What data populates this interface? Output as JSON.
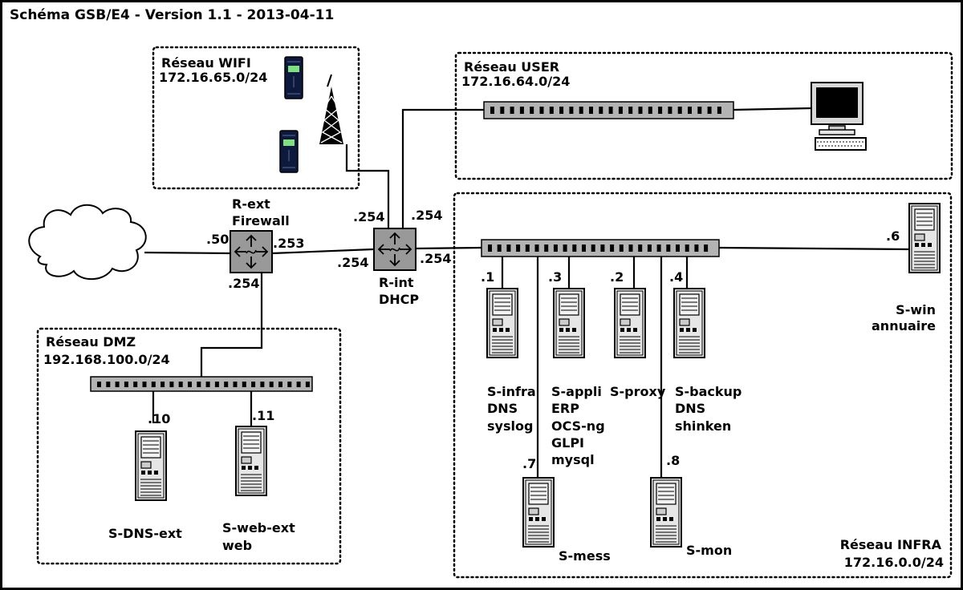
{
  "title": "Schéma GSB/E4 - Version 1.1 - 2013-04-11",
  "zones": {
    "wifi": {
      "name": "Réseau WIFI",
      "subnet": "172.16.65.0/24"
    },
    "user": {
      "name": "Réseau USER",
      "subnet": "172.16.64.0/24"
    },
    "dmz": {
      "name": "Réseau DMZ",
      "subnet": "192.168.100.0/24"
    },
    "infra": {
      "name": "Réseau INFRA",
      "subnet": "172.16.0.0/24"
    }
  },
  "routers": {
    "ext": {
      "line1": "R-ext",
      "line2": "Firewall",
      "ip_internet": ".50",
      "ip_int": ".253",
      "ip_dmz": ".254"
    },
    "int": {
      "line1": "R-int",
      "line2": "DHCP",
      "ip_wifi": ".254",
      "ip_user": ".254",
      "ip_ext": ".254",
      "ip_infra": ".254"
    }
  },
  "servers": {
    "s_infra": {
      "ip": ".1",
      "labels": [
        "S-infra",
        "DNS",
        "syslog"
      ]
    },
    "s_appli": {
      "ip": ".3",
      "labels": [
        "S-appli",
        "ERP",
        "OCS-ng",
        "GLPI",
        "mysql"
      ]
    },
    "s_proxy": {
      "ip": ".2",
      "labels": [
        "S-proxy"
      ]
    },
    "s_backup": {
      "ip": ".4",
      "labels": [
        "S-backup",
        "DNS",
        "shinken"
      ]
    },
    "s_win": {
      "ip": ".6",
      "labels": [
        "S-win",
        "annuaire"
      ]
    },
    "s_mess": {
      "ip": ".7",
      "labels": [
        "S-mess"
      ]
    },
    "s_mon": {
      "ip": ".8",
      "labels": [
        "S-mon"
      ]
    },
    "s_dns_ext": {
      "ip": ".10",
      "labels": [
        "S-DNS-ext"
      ]
    },
    "s_web_ext": {
      "ip": ".11",
      "labels": [
        "S-web-ext",
        "web"
      ]
    }
  },
  "colors": {
    "switch": "#b3b3b3",
    "router": "#999999",
    "wifi_device": "#0d1a3d",
    "wifi_led": "#7fe07f",
    "server": "#e6e6e6"
  },
  "icons": {
    "internet": "cloud-icon",
    "router": "router-icon",
    "switch": "switch-icon",
    "server": "server-tower-icon",
    "workstation": "desktop-computer-icon",
    "antenna": "wifi-antenna-icon",
    "wifi_client": "wifi-device-icon"
  }
}
